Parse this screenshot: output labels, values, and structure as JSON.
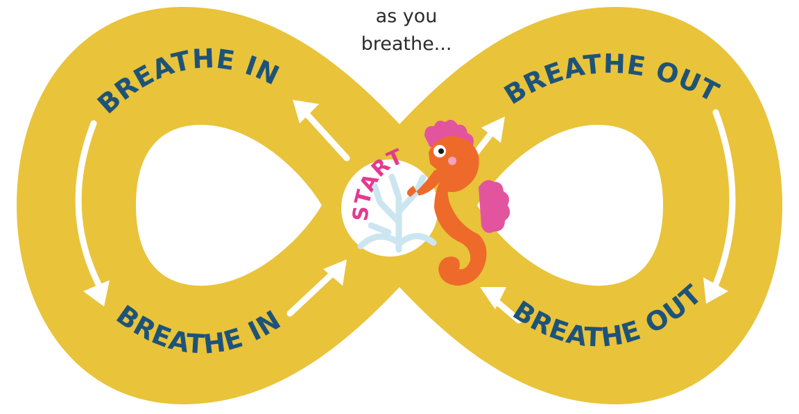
{
  "caption": {
    "line1": "as you",
    "line2": "breathe..."
  },
  "labels": {
    "top_left": "BREATHE IN",
    "bottom_left": "BREATHE IN",
    "top_right": "BREATHE OUT",
    "bottom_right": "BREATHE OUT",
    "start": "START"
  },
  "colors": {
    "track": "#E9C33A",
    "label_text": "#1E5379",
    "arrow": "#ffffff",
    "start_text": "#E23B8F",
    "seahorse_body": "#EE6A2A",
    "seahorse_fin": "#E2559E",
    "coral": "#CBE6F0"
  }
}
